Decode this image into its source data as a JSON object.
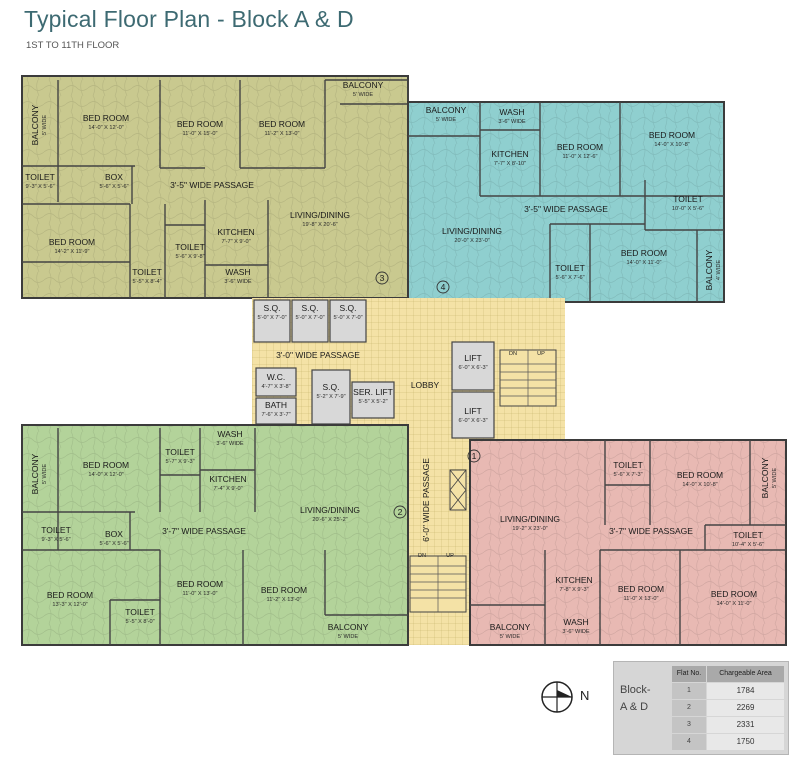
{
  "header": {
    "title": "Typical Floor Plan - Block A & D",
    "subtitle": "1ST TO 11TH FLOOR"
  },
  "rooms": [
    {
      "id": "f3-balcony-left",
      "label": "BALCONY",
      "dim": "5' WIDE"
    },
    {
      "id": "f3-bedroom-1",
      "label": "BED ROOM",
      "dim": "14'-0\" X 12'-0\""
    },
    {
      "id": "f3-bedroom-2",
      "label": "BED ROOM",
      "dim": "11'-0\" X 15'-0\""
    },
    {
      "id": "f3-bedroom-3",
      "label": "BED ROOM",
      "dim": "11'-2\" X 13'-0\""
    },
    {
      "id": "f3-balcony-top",
      "label": "BALCONY",
      "dim": "5' WIDE"
    },
    {
      "id": "f3-toilet-1",
      "label": "TOILET",
      "dim": "9'-3\" X 5'-6\""
    },
    {
      "id": "f3-box",
      "label": "BOX",
      "dim": "5'-6\" X 5'-6\""
    },
    {
      "id": "f3-passage",
      "label": "3'-5\" WIDE PASSAGE",
      "dim": ""
    },
    {
      "id": "f3-bedroom-4",
      "label": "BED ROOM",
      "dim": "14'-2\" X 11'-9\""
    },
    {
      "id": "f3-kitchen",
      "label": "KITCHEN",
      "dim": "7'-7\" X 9'-0\""
    },
    {
      "id": "f3-toilet-2",
      "label": "TOILET",
      "dim": "5'-6\" X 9'-8\""
    },
    {
      "id": "f3-toilet-3",
      "label": "TOILET",
      "dim": "5'-5\" X 8'-4\""
    },
    {
      "id": "f3-wash",
      "label": "WASH",
      "dim": "3'-6\" WIDE"
    },
    {
      "id": "f3-living",
      "label": "LIVING/DINING",
      "dim": "19'-8\" X 20'-6\""
    },
    {
      "id": "f4-balcony",
      "label": "BALCONY",
      "dim": "5' WIDE"
    },
    {
      "id": "f4-wash",
      "label": "WASH",
      "dim": "3'-6\" WIDE"
    },
    {
      "id": "f4-kitchen",
      "label": "KITCHEN",
      "dim": "7'-7\" X 8'-10\""
    },
    {
      "id": "f4-bedroom-1",
      "label": "BED ROOM",
      "dim": "11'-0\" X 12'-6\""
    },
    {
      "id": "f4-bedroom-2",
      "label": "BED ROOM",
      "dim": "14'-0\" X 10'-8\""
    },
    {
      "id": "f4-passage",
      "label": "3'-5\" WIDE PASSAGE",
      "dim": ""
    },
    {
      "id": "f4-toilet-1",
      "label": "TOILET",
      "dim": "10'-0\" X 5'-6\""
    },
    {
      "id": "f4-living",
      "label": "LIVING/DINING",
      "dim": "20'-0\" X 23'-0\""
    },
    {
      "id": "f4-bedroom-3",
      "label": "BED ROOM",
      "dim": "14'-0\" X 11'-0\""
    },
    {
      "id": "f4-toilet-2",
      "label": "TOILET",
      "dim": "5'-6\" X 7'-6\""
    },
    {
      "id": "f4-balcony-side",
      "label": "BALCONY",
      "dim": "4' WIDE"
    },
    {
      "id": "core-sq-1",
      "label": "S.Q.",
      "dim": "5'-0\" X 7'-0\""
    },
    {
      "id": "core-sq-2",
      "label": "S.Q.",
      "dim": "5'-0\" X 7'-0\""
    },
    {
      "id": "core-sq-3",
      "label": "S.Q.",
      "dim": "5'-0\" X 7'-0\""
    },
    {
      "id": "core-passage-top",
      "label": "3'-0\" WIDE PASSAGE",
      "dim": ""
    },
    {
      "id": "core-wc",
      "label": "W.C.",
      "dim": "4'-7\" X 3'-8\""
    },
    {
      "id": "core-bath",
      "label": "BATH",
      "dim": "7'-6\" X 3'-7\""
    },
    {
      "id": "core-sq-4",
      "label": "S.Q.",
      "dim": "5'-2\" X 7'-9\""
    },
    {
      "id": "core-ser-lift",
      "label": "SER. LIFT",
      "dim": "5'-5\" X 5'-2\""
    },
    {
      "id": "core-lobby",
      "label": "LOBBY",
      "dim": ""
    },
    {
      "id": "core-lift-1",
      "label": "LIFT",
      "dim": "6'-0\" X 6'-3\""
    },
    {
      "id": "core-lift-2",
      "label": "LIFT",
      "dim": "6'-0\" X 6'-3\""
    },
    {
      "id": "core-passage-vert",
      "label": "6'-0\" WIDE PASSAGE",
      "dim": ""
    },
    {
      "id": "f2-balcony-left",
      "label": "BALCONY",
      "dim": "5' WIDE"
    },
    {
      "id": "f2-bedroom-1",
      "label": "BED ROOM",
      "dim": "14'-0\" X 12'-0\""
    },
    {
      "id": "f2-toilet-1",
      "label": "TOILET",
      "dim": "5'-7\" X 9'-3\""
    },
    {
      "id": "f2-wash",
      "label": "WASH",
      "dim": "3'-6\" WIDE"
    },
    {
      "id": "f2-kitchen",
      "label": "KITCHEN",
      "dim": "7'-4\" X 9'-0\""
    },
    {
      "id": "f2-living",
      "label": "LIVING/DINING",
      "dim": "20'-6\" X 25'-2\""
    },
    {
      "id": "f2-toilet-2",
      "label": "TOILET",
      "dim": "9'-3\" X 5'-6\""
    },
    {
      "id": "f2-box",
      "label": "BOX",
      "dim": "5'-6\" X 5'-6\""
    },
    {
      "id": "f2-passage",
      "label": "3'-7\" WIDE PASSAGE",
      "dim": ""
    },
    {
      "id": "f2-bedroom-2",
      "label": "BED ROOM",
      "dim": "13'-3\" X 12'-0\""
    },
    {
      "id": "f2-bedroom-3",
      "label": "BED ROOM",
      "dim": "11'-0\" X 13'-0\""
    },
    {
      "id": "f2-bedroom-4",
      "label": "BED ROOM",
      "dim": "11'-2\" X 13'-0\""
    },
    {
      "id": "f2-toilet-3",
      "label": "TOILET",
      "dim": "5'-5\" X 8'-0\""
    },
    {
      "id": "f2-balcony-bottom",
      "label": "BALCONY",
      "dim": "5' WIDE"
    },
    {
      "id": "f1-toilet-1",
      "label": "TOILET",
      "dim": "5'-6\" X 7'-3\""
    },
    {
      "id": "f1-bedroom-1",
      "label": "BED ROOM",
      "dim": "14'-0\" X 10'-8\""
    },
    {
      "id": "f1-balcony-side",
      "label": "BALCONY",
      "dim": "5' WIDE"
    },
    {
      "id": "f1-living",
      "label": "LIVING/DINING",
      "dim": "19'-2\" X 23'-0\""
    },
    {
      "id": "f1-passage",
      "label": "3'-7\" WIDE PASSAGE",
      "dim": ""
    },
    {
      "id": "f1-toilet-2",
      "label": "TOILET",
      "dim": "10'-4\" X 5'-6\""
    },
    {
      "id": "f1-kitchen",
      "label": "KITCHEN",
      "dim": "7'-8\" X 9'-3\""
    },
    {
      "id": "f1-bedroom-2",
      "label": "BED ROOM",
      "dim": "11'-0\" X 13'-0\""
    },
    {
      "id": "f1-bedroom-3",
      "label": "BED ROOM",
      "dim": "14'-0\" X 11'-0\""
    },
    {
      "id": "f1-balcony-bottom",
      "label": "BALCONY",
      "dim": "5' WIDE"
    },
    {
      "id": "f1-wash",
      "label": "WASH",
      "dim": "3'-6\" WIDE"
    }
  ],
  "flat_markers": [
    "1",
    "2",
    "3",
    "4"
  ],
  "stairs": {
    "dn": "DN",
    "up": "UP"
  },
  "legend": {
    "block_label": "Block-\nA & D",
    "headers": [
      "Flat No.",
      "Chargeable Area"
    ],
    "rows": [
      [
        "1",
        "1784"
      ],
      [
        "2",
        "2269"
      ],
      [
        "3",
        "2331"
      ],
      [
        "4",
        "1750"
      ]
    ]
  },
  "compass_label": "N",
  "colors": {
    "flat3": "#c9c98f",
    "flat4": "#8fcfcf",
    "flat2": "#b3d39a",
    "flat1": "#e8b9b3",
    "core": "#f4e2a6",
    "service": "#d8d8d8",
    "title": "#3d6a72"
  }
}
